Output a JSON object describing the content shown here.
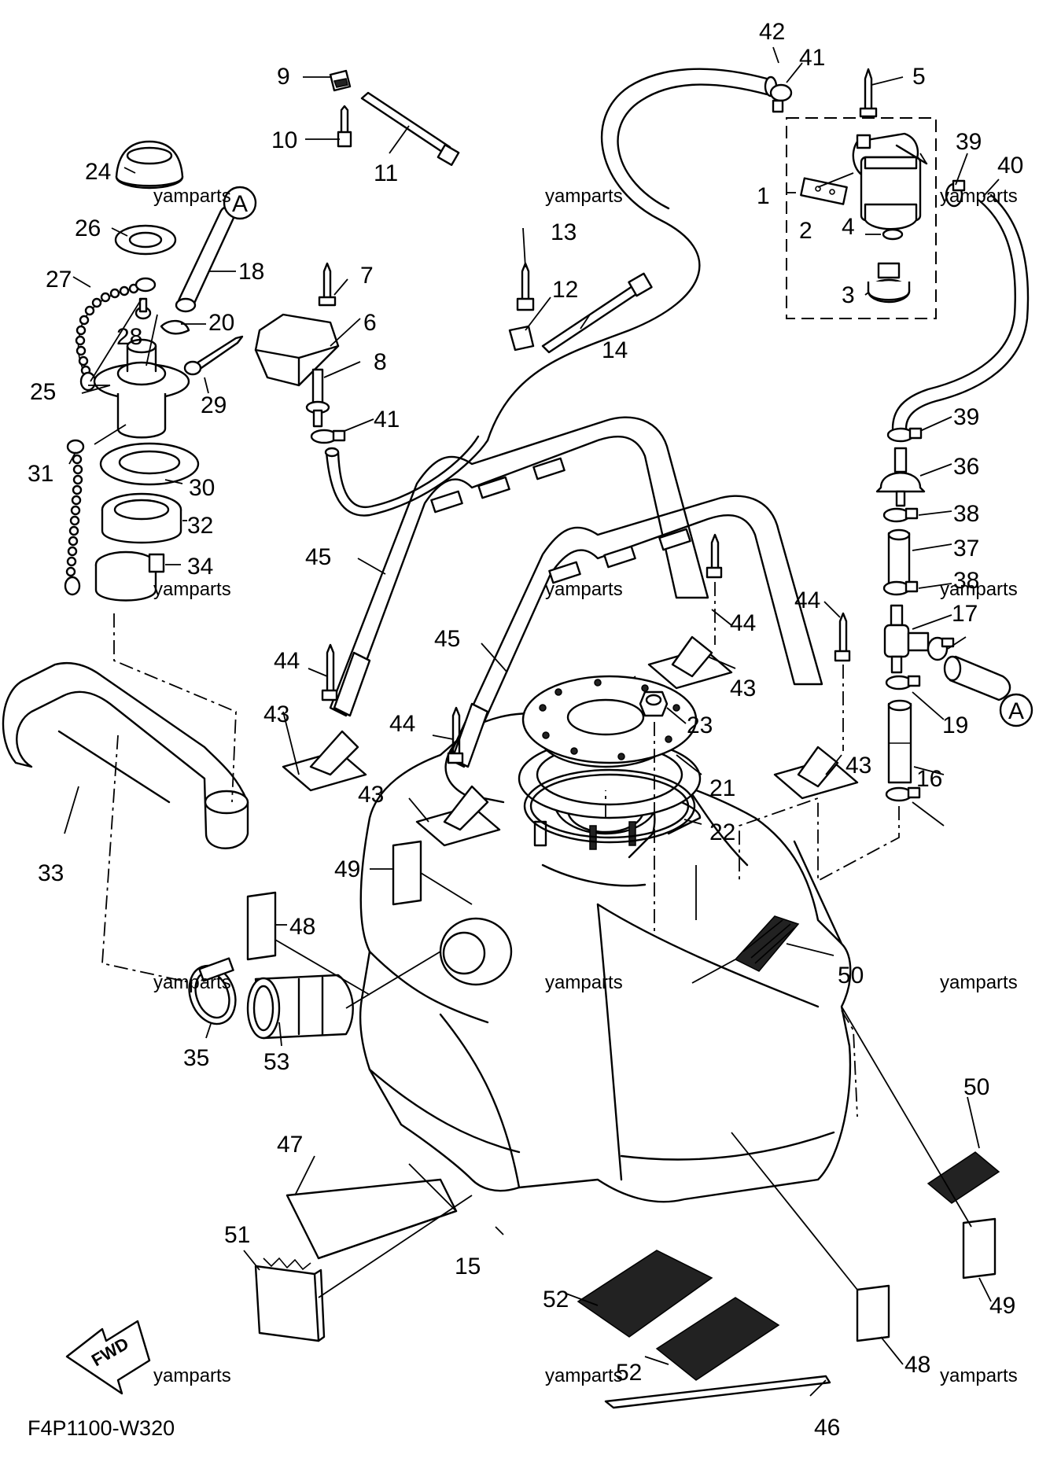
{
  "diagram": {
    "drawing_code": "F4P1100-W320",
    "watermark": "yamparts",
    "forward_marker": "FWD",
    "connection_marker": "A",
    "callouts": [
      "1",
      "2",
      "3",
      "4",
      "5",
      "6",
      "7",
      "8",
      "9",
      "10",
      "11",
      "12",
      "13",
      "14",
      "15",
      "16",
      "17",
      "18",
      "19",
      "20",
      "21",
      "22",
      "23",
      "24",
      "25",
      "26",
      "27",
      "28",
      "29",
      "30",
      "31",
      "32",
      "33",
      "34",
      "35",
      "36",
      "37",
      "38",
      "39",
      "40",
      "41",
      "42",
      "43",
      "44",
      "45",
      "46",
      "47",
      "48",
      "49",
      "50",
      "51",
      "52",
      "53"
    ]
  }
}
